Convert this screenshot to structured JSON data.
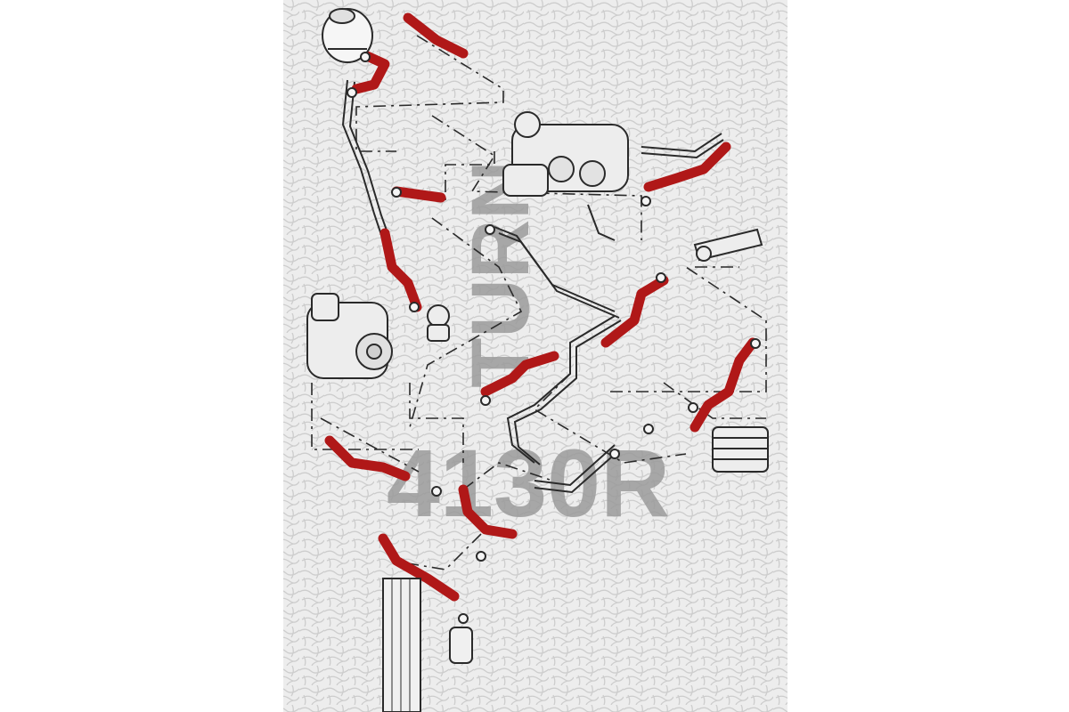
{
  "watermark": {
    "line1": "TURN",
    "line2": "4130R",
    "color": "#9a9a9a"
  },
  "colors": {
    "hose": "#b01818",
    "line": "#2a2a2a",
    "paper": "#ececec",
    "texture": "#cfcfcf"
  },
  "parts": [
    "expansion-tank",
    "turbocharger",
    "water-pump",
    "radiator",
    "oil-cooler",
    "coolant-hoses"
  ]
}
